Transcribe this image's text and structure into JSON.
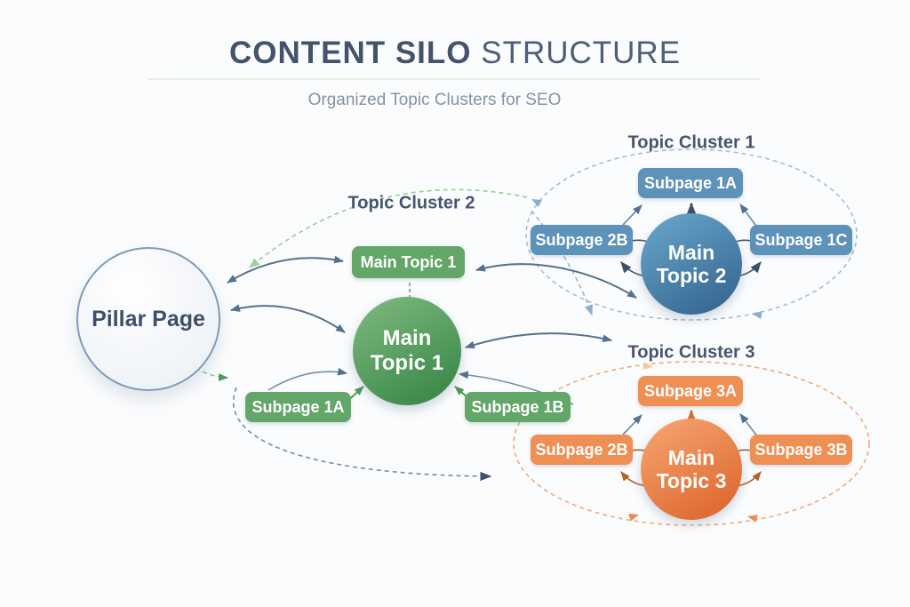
{
  "header": {
    "title_bold": "CONTENT SILO",
    "title_light": " STRUCTURE",
    "subtitle": "Organized Topic Clusters for SEO"
  },
  "pillar": {
    "label": "Pillar Page"
  },
  "cluster1": {
    "label": "Topic Cluster 1",
    "main": "Main Topic 2",
    "sub_top": "Subpage 1A",
    "sub_left": "Subpage 2B",
    "sub_right": "Subpage 1C"
  },
  "cluster2": {
    "label": "Topic Cluster 2",
    "main_box": "Main Topic 1",
    "main": "Main Topic 1",
    "sub_left": "Subpage 1A",
    "sub_right": "Subpage 1B"
  },
  "cluster3": {
    "label": "Topic Cluster 3",
    "main": "Main Topic 3",
    "sub_top": "Subpage 3A",
    "sub_left": "Subpage 2B",
    "sub_right": "Subpage 3B"
  },
  "colors": {
    "green_node": "#62a668",
    "blue_node": "#5d92b9",
    "orange_node": "#ee8f54",
    "heading_text": "#43536c",
    "cluster_label_text": "#47566e",
    "arrow_slate": "#56718f",
    "dashed_blue": "#a5bfd0",
    "dashed_orange": "#f2ab80",
    "dashed_green": "#9ecf9f"
  }
}
